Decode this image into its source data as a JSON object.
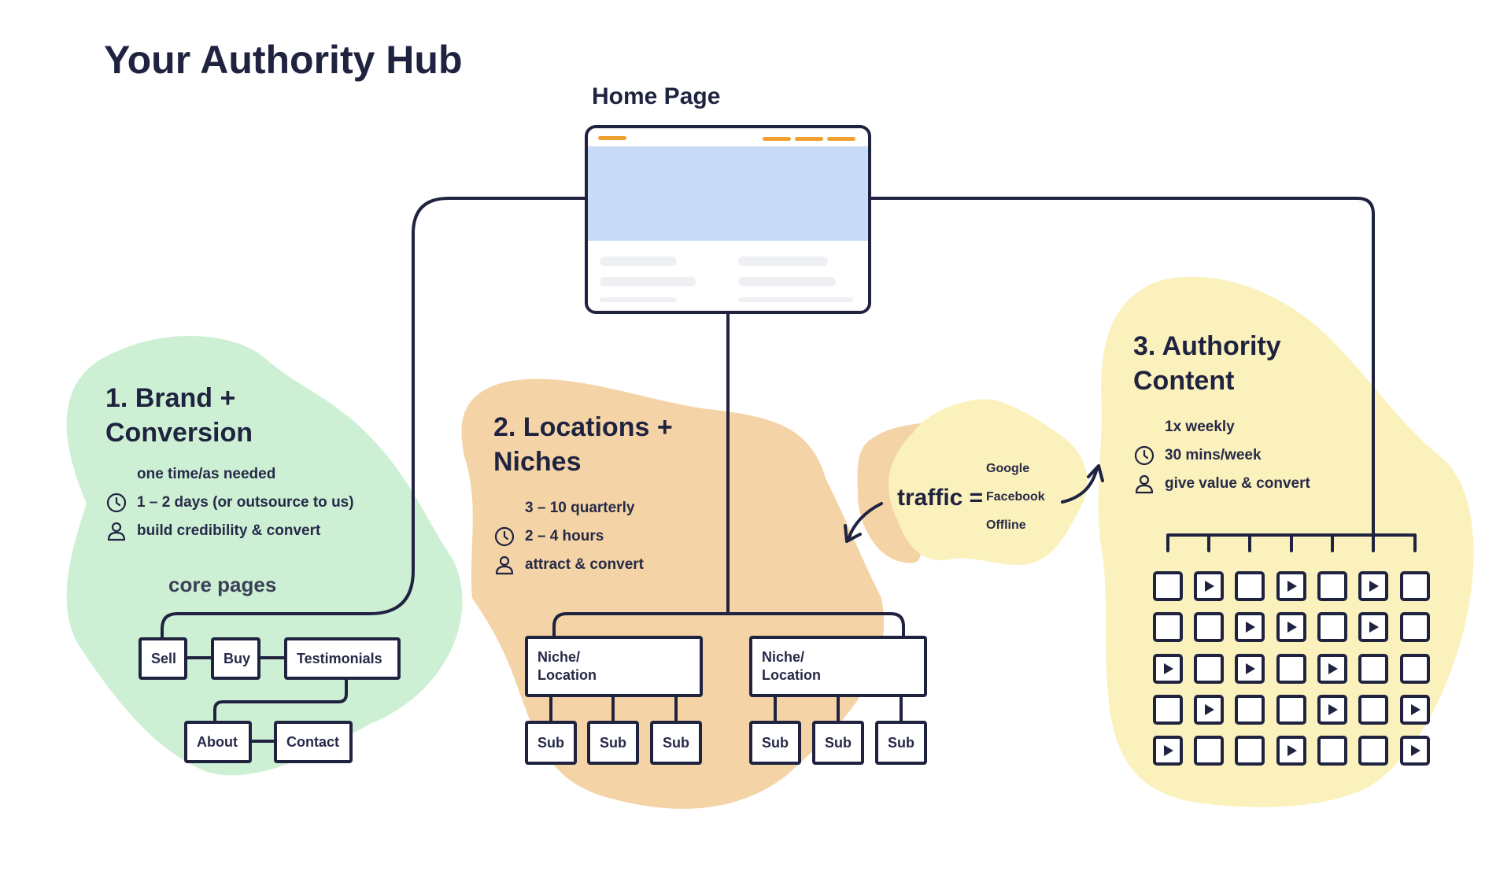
{
  "title": "Your Authority Hub",
  "home_page": {
    "label": "Home Page"
  },
  "colors": {
    "ink": "#1f2340",
    "green_blob": "#cdf0d5",
    "orange_blob": "#f4d3a6",
    "yellow_blob": "#fbf1bd",
    "hero_blue": "#c8dbf8",
    "nav_orange": "#f0a030"
  },
  "sections": {
    "brand": {
      "title": "1. Brand +\nConversion",
      "frequency": "one time/as needed",
      "time": "1 – 2 days (or outsource to us)",
      "goal": "build credibility & convert",
      "core_pages_label": "core pages",
      "pages": [
        "Sell",
        "Buy",
        "Testimonials",
        "About",
        "Contact"
      ]
    },
    "locations": {
      "title": "2. Locations +\nNiches",
      "frequency": "3 – 10 quarterly",
      "time": "2 – 4 hours",
      "goal": "attract & convert",
      "hubs": [
        "Niche/\nLocation",
        "Niche/\nLocation"
      ],
      "sub_label": "Sub"
    },
    "authority": {
      "title": "3. Authority\nContent",
      "frequency": "1x weekly",
      "time": "30 mins/week",
      "goal": "give value & convert"
    }
  },
  "traffic": {
    "label": "traffic =",
    "sources": [
      "Google",
      "Facebook",
      "Offline"
    ]
  },
  "content_grid": [
    [
      0,
      1,
      0,
      1,
      0,
      1,
      0
    ],
    [
      0,
      0,
      1,
      1,
      0,
      1,
      0
    ],
    [
      1,
      0,
      1,
      0,
      1,
      0,
      0
    ],
    [
      0,
      1,
      0,
      0,
      1,
      0,
      1
    ],
    [
      1,
      0,
      0,
      1,
      0,
      0,
      1
    ]
  ],
  "icons": {
    "clock": "clock-icon",
    "person": "person-icon",
    "play": "play-icon"
  }
}
